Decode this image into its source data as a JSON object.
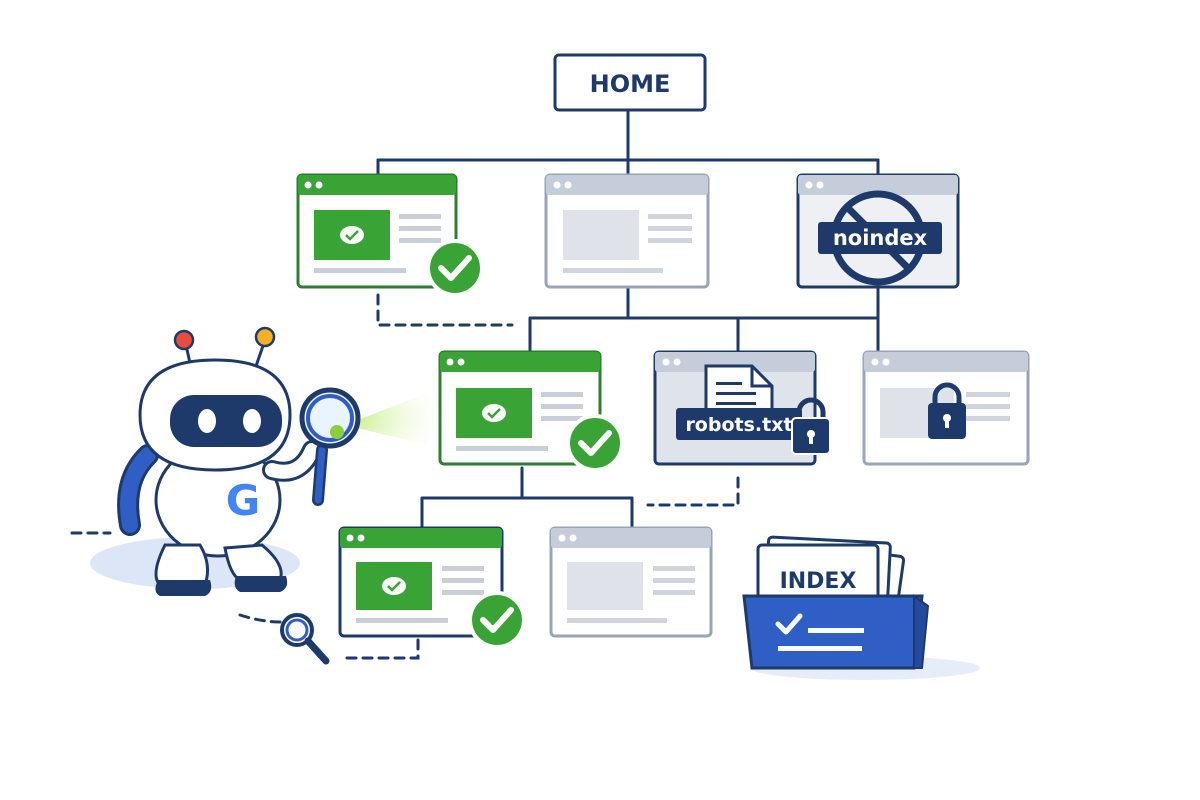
{
  "diagram": {
    "home_label": "HOME",
    "noindex_label": "noindex",
    "robots_label": "robots.txt",
    "index_label": "INDEX",
    "bot_logo_letter": "G"
  },
  "colors": {
    "navy": "#1e3a6b",
    "green": "#3aa335",
    "gray_frame": "#9aa4b8",
    "gray_fill": "#dfe2e8",
    "blue_folder": "#2f5fc4",
    "light_blue": "#dde6f7"
  }
}
